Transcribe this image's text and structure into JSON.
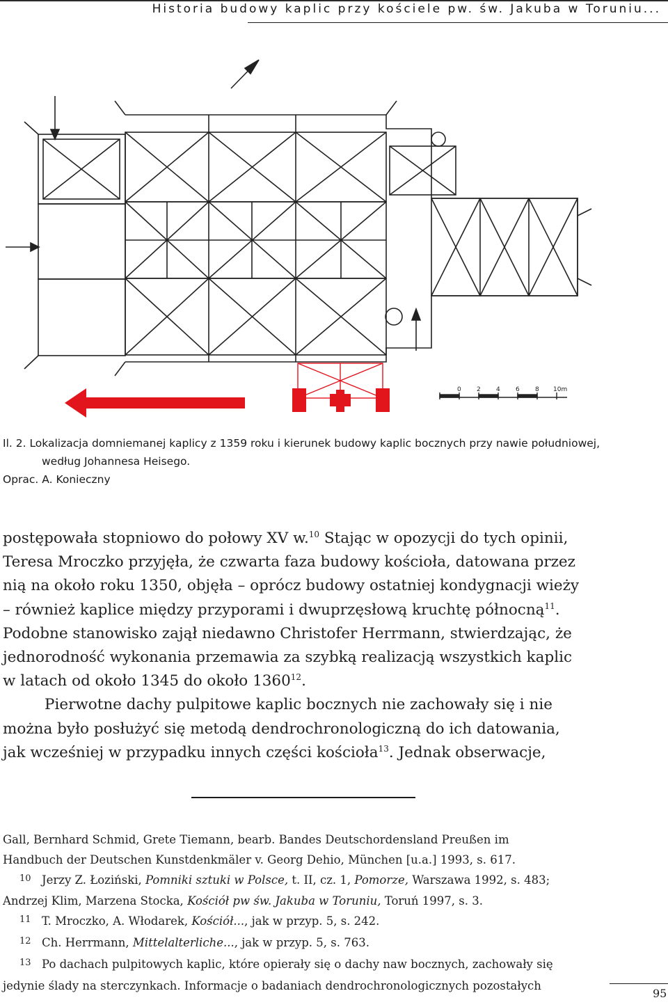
{
  "running_head": {
    "title": "Historia budowy kaplic przy kościele pw. św. Jakuba w Toruniu..."
  },
  "figure": {
    "scale_labels": [
      "0",
      "2",
      "4",
      "6",
      "8",
      "10m"
    ],
    "colors": {
      "plan_lines": "#222222",
      "highlight": "#e2141c",
      "arrow": "#e2141c"
    }
  },
  "caption": {
    "line1": "Il. 2. Lokalizacja domniemanej kaplicy z 1359 roku i kierunek budowy kaplic bocznych przy nawie południowej,",
    "line2": "według Johannesa Heisego.",
    "line3": "Oprac. A. Konieczny"
  },
  "body": {
    "p1": [
      {
        "text": "postępowała stopniowo do połowy XV w.",
        "sup": "10",
        "after": " Stając w opozycji do tych opinii,"
      },
      {
        "text": "Teresa Mroczko przyjęła, że czwarta faza budowy kościoła, datowana przez"
      },
      {
        "text": "nią na około roku 1350, objęła – oprócz budowy ostatniej kondygnacji wieży"
      },
      {
        "text": "– również kaplice między przyporami i dwuprzęsłową kruchtę północną",
        "sup": "11",
        "after": "."
      },
      {
        "text": "Podobne stanowisko zajął niedawno Christofer Herrmann, stwierdzając, że"
      },
      {
        "text": "jednorodność wykonania przemawia za szybką realizacją wszystkich kaplic"
      },
      {
        "text": "w latach od około 1345 do około 1360",
        "sup": "12",
        "after": "."
      }
    ],
    "p2": [
      {
        "text": "Pierwotne dachy pulpitowe kaplic bocznych nie zachowały się i nie"
      },
      {
        "text": "można było posłużyć się metodą dendrochronologiczną do ich datowania,"
      },
      {
        "text": "jak wcześniej w przypadku innych części kościoła",
        "sup": "13",
        "after": ". Jednak obserwacje,"
      }
    ]
  },
  "footnotes": {
    "cont1": "Gall, Bernhard Schmid, Grete Tiemann, bearb. Bandes Deutschordensland Preußen im",
    "cont2": "Handbuch der Deutschen Kunstdenkmäler v. Georg Dehio, München [u.a.] 1993, s. 617.",
    "fn10_num": "10",
    "fn10_a": "Jerzy Z. Łoziński, ",
    "fn10_b": "Pomniki sztuki w Polsce,",
    "fn10_c": " t. II, cz. 1, ",
    "fn10_d": "Pomorze,",
    "fn10_e": " Warszawa 1992, s. 483;",
    "fn10_f": "Andrzej Klim, Marzena Stocka, ",
    "fn10_g": "Kościół pw św. Jakuba w Toruniu,",
    "fn10_h": " Toruń 1997, s. 3.",
    "fn11_num": "11",
    "fn11_a": "T. Mroczko, A. Włodarek, ",
    "fn11_b": "Kościół...",
    "fn11_c": ", jak w przyp. 5, s. 242.",
    "fn12_num": "12",
    "fn12_a": "Ch. Herrmann, ",
    "fn12_b": "Mittelalterliche...",
    "fn12_c": ", jak w przyp. 5, s. 763.",
    "fn13_num": "13",
    "fn13_a": "Po dachach pulpitowych kaplic, które opierały się o dachy naw bocznych, zachowały się",
    "fn13_b": "jedynie ślady na sterczynkach. Informacje o badaniach dendrochronologicznych pozostałych"
  },
  "page_number": "95"
}
